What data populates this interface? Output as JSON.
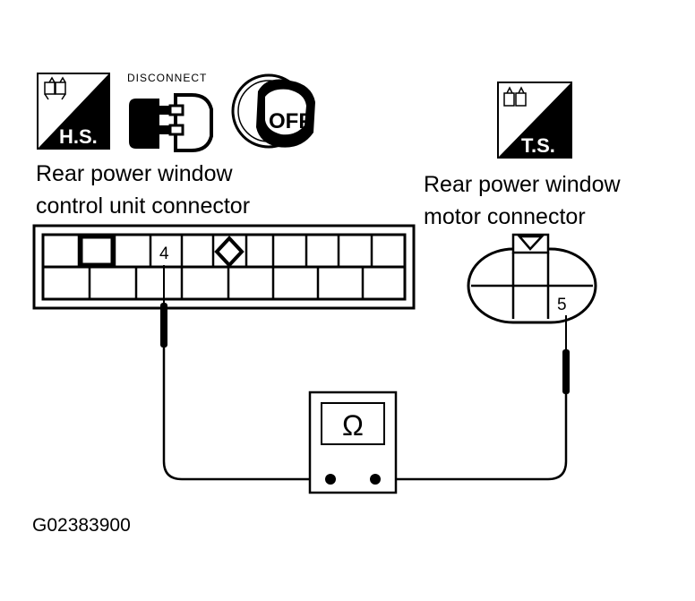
{
  "icons": {
    "harness_side": "H.S.",
    "disconnect": "DISCONNECT",
    "ignition_off": "OFF",
    "terminal_side": "T.S."
  },
  "left_connector": {
    "label_line1": "Rear power window",
    "label_line2": "control unit connector",
    "pin": "4"
  },
  "right_connector": {
    "label_line1": "Rear power window",
    "label_line2": "motor connector",
    "pin": "5"
  },
  "meter": {
    "symbol": "Ω"
  },
  "figure_code": "G02383900"
}
